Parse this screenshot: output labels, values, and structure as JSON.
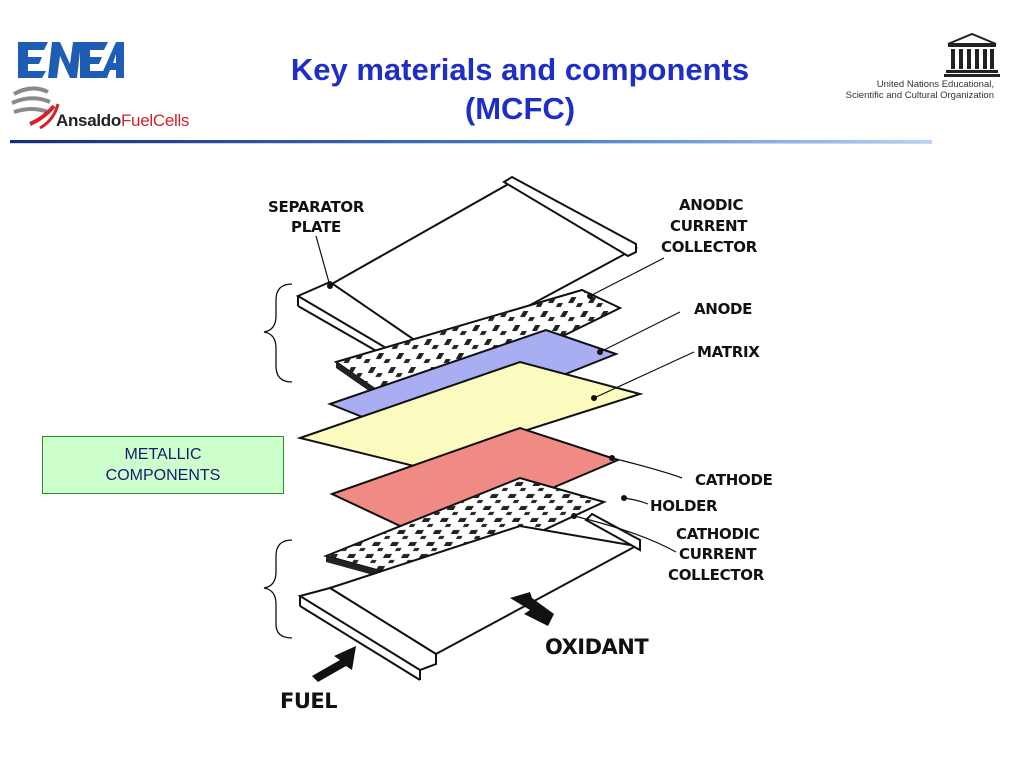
{
  "header": {
    "title_line1": "Key materials and components",
    "title_line2": "(MCFC)",
    "logos": {
      "enea": "ENEA",
      "ansaldo_part1": "Ansaldo",
      "ansaldo_part2": "FuelCells",
      "unesco_mark": "UNESCO",
      "unesco_line1": "United Nations Educational,",
      "unesco_line2": "Scientific and Cultural Organization"
    }
  },
  "callout": {
    "line1": "METALLIC",
    "line2": "COMPONENTS"
  },
  "diagram": {
    "labels": {
      "separator_1": "SEPARATOR",
      "separator_2": "PLATE",
      "anodic_1": "ANODIC",
      "anodic_2": "CURRENT",
      "anodic_3": "COLLECTOR",
      "anode": "ANODE",
      "matrix": "MATRIX",
      "cathode": "CATHODE",
      "holder": "HOLDER",
      "cathodic_1": "CATHODIC",
      "cathodic_2": "CURRENT",
      "cathodic_3": "COLLECTOR",
      "oxidant": "OXIDANT",
      "fuel": "FUEL"
    },
    "colors": {
      "anode": "#a9aef3",
      "matrix": "#fbfbbf",
      "cathode": "#f08a84",
      "title": "#1f2fc6",
      "callout_bg": "#ccffcc"
    }
  }
}
